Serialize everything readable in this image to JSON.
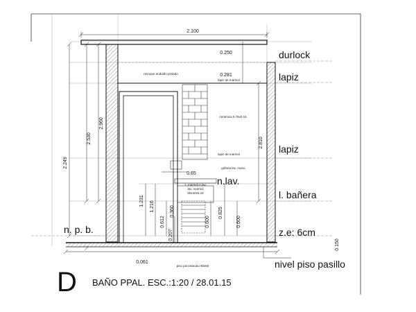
{
  "labels": {
    "durlock": "durlock",
    "lapiz_top": "lapiz",
    "lapiz_mid": "lapiz",
    "nlav": "n.lav.",
    "lbanera": "l. bañera",
    "ze": "z.e: 6cm",
    "npb": "n. p. b.",
    "nivel_piso": "nivel piso pasillo"
  },
  "dims": {
    "width_total": "2.100",
    "d0250": "0.250",
    "d0281": "0.281",
    "d2960": "2.960",
    "d2530": "2.530",
    "d2249": "2.249",
    "d2810": "2.810",
    "d065": "0.65",
    "d1231": "1.231",
    "d1216": "1.216",
    "d0360": "0.360",
    "d0612": "0.612",
    "d0207": "0.207",
    "d0600a": "0.600",
    "d0825": "0.825",
    "d0600b": "0.600",
    "d0150": "0.150",
    "d0061": "0.061"
  },
  "notes": {
    "revoque": "revoque enduido pintado",
    "marmol_top": "lapiz de marmol",
    "ceramica": "ceramica 0.75x0.15",
    "marmol_mid": "lapiz de marmol",
    "grifo": "griferia lav. mono.",
    "marmol_lav": "z. marmol e.lav.",
    "lav_marmol": "lav. marmol",
    "lav_size": "50x40x6.15",
    "piso": "piso porcelanato 60x60"
  },
  "title": {
    "letter": "D",
    "caption": "BAÑO PPAL. ESC.:1:20 / 28.01.15"
  }
}
